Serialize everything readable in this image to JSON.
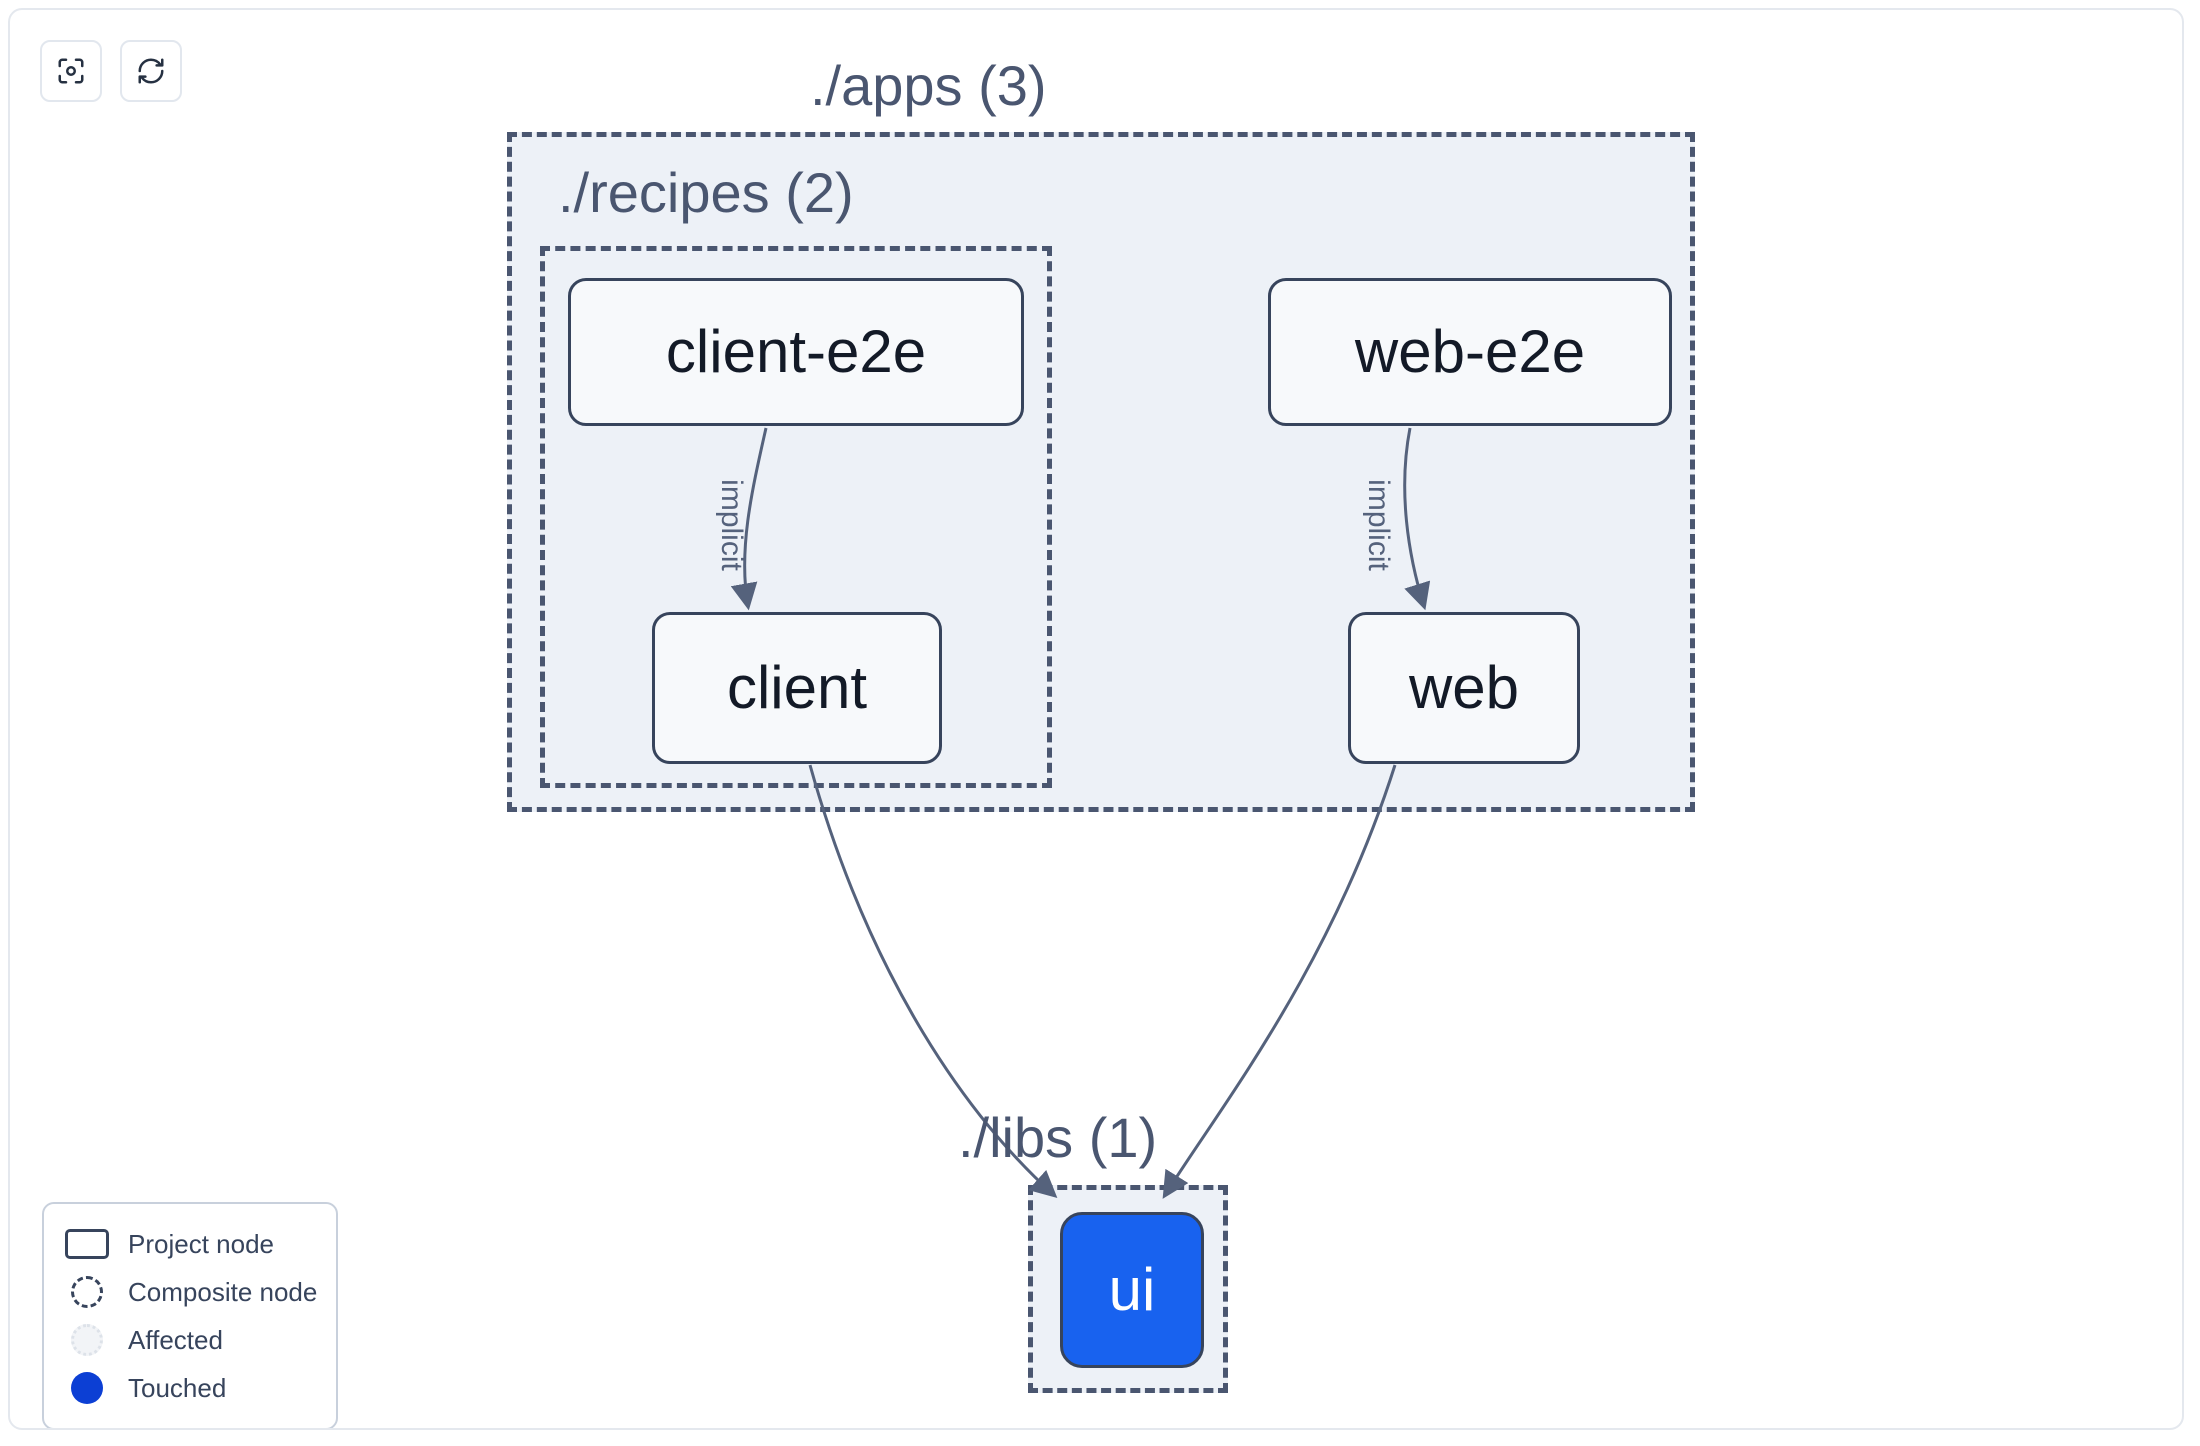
{
  "toolbar": {
    "buttons": [
      {
        "name": "focus-graph-button",
        "icon": "focus-target-icon",
        "label": ""
      },
      {
        "name": "refresh-graph-button",
        "icon": "refresh-sync-icon",
        "label": ""
      }
    ]
  },
  "graph": {
    "groups": [
      {
        "id": "apps",
        "label": "./apps (3)",
        "count": 3
      },
      {
        "id": "recipes",
        "label": "./recipes (2)",
        "count": 2
      },
      {
        "id": "libs",
        "label": "./libs (1)",
        "count": 1
      }
    ],
    "nodes": [
      {
        "id": "client-e2e",
        "label": "client-e2e",
        "group": "recipes",
        "state": "project"
      },
      {
        "id": "client",
        "label": "client",
        "group": "recipes",
        "state": "project"
      },
      {
        "id": "web-e2e",
        "label": "web-e2e",
        "group": "apps",
        "state": "project"
      },
      {
        "id": "web",
        "label": "web",
        "group": "apps",
        "state": "project"
      },
      {
        "id": "ui",
        "label": "ui",
        "group": "libs",
        "state": "touched"
      }
    ],
    "edges": [
      {
        "from": "client-e2e",
        "to": "client",
        "label": "implicit"
      },
      {
        "from": "web-e2e",
        "to": "web",
        "label": "implicit"
      },
      {
        "from": "client",
        "to": "ui",
        "label": ""
      },
      {
        "from": "web",
        "to": "ui",
        "label": ""
      }
    ]
  },
  "legend": {
    "items": [
      {
        "glyph": "project-node-glyph",
        "label": "Project node"
      },
      {
        "glyph": "composite-node-glyph",
        "label": "Composite node"
      },
      {
        "glyph": "affected-glyph",
        "label": "Affected"
      },
      {
        "glyph": "touched-glyph",
        "label": "Touched"
      }
    ]
  },
  "colors": {
    "touched": "#0c3fd4",
    "touched_node": "#1862ef",
    "node_border": "#37445c",
    "node_fill": "#f7f9fb",
    "group_fill": "#edf1f7",
    "group_border": "#4a5670",
    "edge": "#55627c",
    "canvas_border": "#e4e8ee"
  }
}
